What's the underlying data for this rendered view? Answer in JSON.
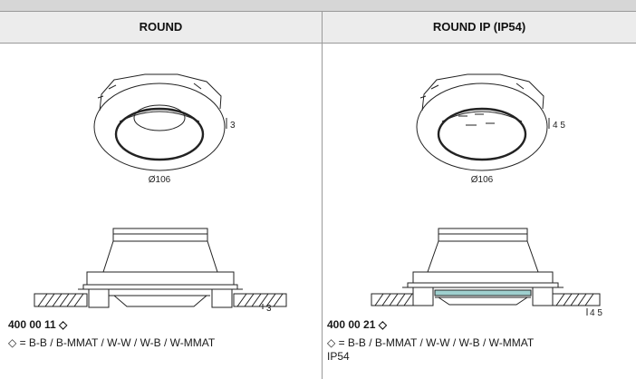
{
  "columns": [
    {
      "title": "ROUND",
      "top_dim": "3",
      "diameter": "Ø106",
      "side_dim": "3",
      "code": "400 00 11 ◇",
      "variants": "◇ = B-B / B-MMAT / W-W / W-B / W-MMAT",
      "extra": "",
      "sealed": false
    },
    {
      "title": "ROUND IP (IP54)",
      "top_dim": "4 5",
      "diameter": "Ø106",
      "side_dim": "4 5",
      "code": "400 00 21 ◇",
      "variants": "◇ = B-B / B-MMAT / W-W / W-B / W-MMAT",
      "extra": "IP54",
      "sealed": true
    }
  ],
  "colors": {
    "header_bg": "#ececec",
    "topbar_bg": "#d6d6d6",
    "line": "#222222",
    "glass": "#9fd0cf"
  }
}
